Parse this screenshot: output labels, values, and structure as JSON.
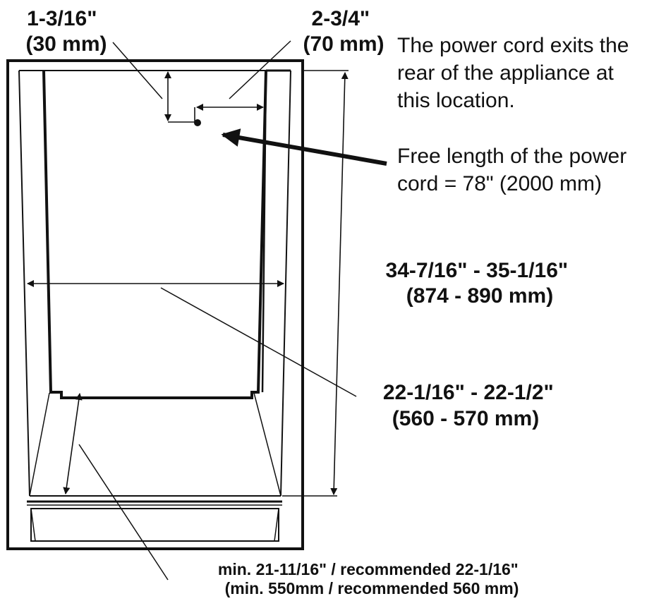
{
  "labels": {
    "cord_offset_vertical": {
      "line1": "1-3/16\"",
      "line2": "(30 mm)"
    },
    "cord_offset_horizontal": {
      "line1": "2-3/4\"",
      "line2": "(70 mm)"
    },
    "cord_exit_note": {
      "line1": "The power cord exits the",
      "line2": "rear of the appliance at",
      "line3": "this location."
    },
    "cord_length_note": {
      "line1": "Free length of the power",
      "line2": "cord = 78\" (2000 mm)"
    },
    "niche_height": {
      "line1": "34-7/16\" - 35-1/16\"",
      "line2": "(874 - 890 mm)"
    },
    "niche_width": {
      "line1": "22-1/16\" - 22-1/2\"",
      "line2": "(560 - 570 mm)"
    },
    "niche_depth": {
      "line1": "min. 21-11/16\" / recommended 22-1/16\"",
      "line2": "(min. 550mm / recommended 560 mm)"
    }
  },
  "colors": {
    "ink": "#111111",
    "background": "#ffffff"
  }
}
